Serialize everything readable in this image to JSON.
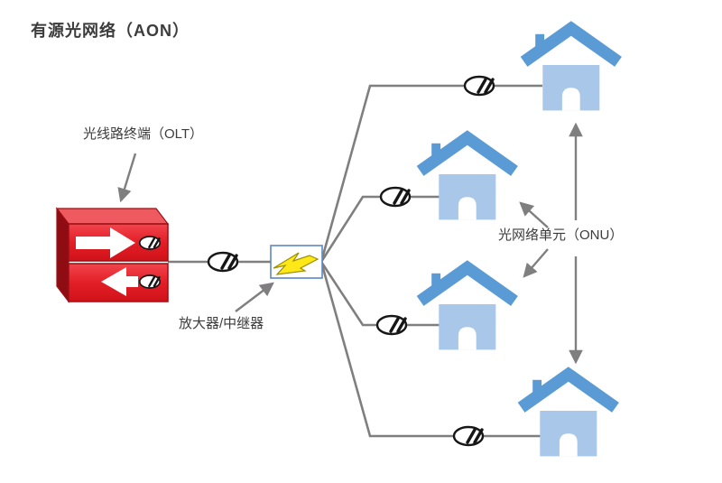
{
  "title": "有源光网络（AON）",
  "labels": {
    "olt": "光线路终端（OLT）",
    "amplifier": "放大器/中继器",
    "onu": "光网络单元（ONU）"
  },
  "diagram": {
    "type": "network-topology",
    "nodes": [
      {
        "id": "olt",
        "kind": "olt-switch",
        "label": "光线路终端（OLT）"
      },
      {
        "id": "amplifier",
        "kind": "amplifier-repeater",
        "label": "放大器/中继器"
      },
      {
        "id": "onu-1",
        "kind": "house",
        "label": "光网络单元（ONU）"
      },
      {
        "id": "onu-2",
        "kind": "house",
        "label": "光网络单元（ONU）"
      },
      {
        "id": "onu-3",
        "kind": "house",
        "label": "光网络单元（ONU）"
      },
      {
        "id": "onu-4",
        "kind": "house",
        "label": "光网络单元（ONU）"
      }
    ],
    "edges": [
      {
        "from": "olt",
        "to": "amplifier",
        "connector": "fiber-connector"
      },
      {
        "from": "amplifier",
        "to": "onu-1",
        "connector": "fiber-connector"
      },
      {
        "from": "amplifier",
        "to": "onu-2",
        "connector": "fiber-connector"
      },
      {
        "from": "amplifier",
        "to": "onu-3",
        "connector": "fiber-connector"
      },
      {
        "from": "amplifier",
        "to": "onu-4",
        "connector": "fiber-connector"
      }
    ]
  },
  "colors": {
    "text": "#3c3c3c",
    "line_gray": "#7f7f7f",
    "house_body": "#a8c7e9",
    "house_roof": "#5b9bd5",
    "olt_red": "#e8282f",
    "olt_red_dark": "#9c0f14",
    "olt_top": "#ef5a60",
    "olt_side": "#8f0d12",
    "amp_border": "#5b87c5",
    "bolt_yellow": "#ffe817",
    "bolt_outline": "#9c8e00",
    "connector": "#161616"
  }
}
